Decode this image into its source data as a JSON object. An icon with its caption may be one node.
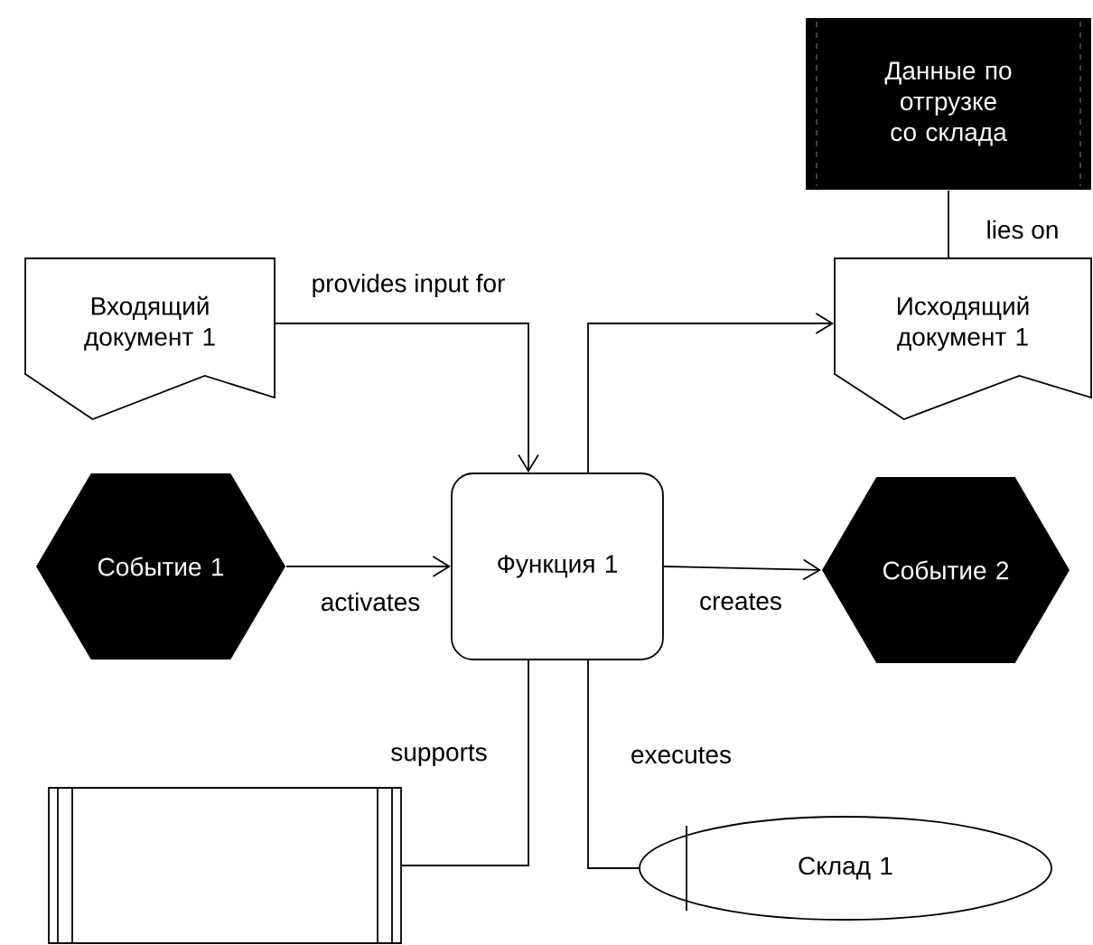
{
  "diagram": {
    "nodes": [
      {
        "text": [
          "Данные по отгрузке со склада"
        ]
      },
      {
        "text": [
          "Входящий документ 1"
        ]
      },
      {
        "text": [
          "Исходящий документ 1"
        ]
      },
      {
        "text": [
          "Событие 1"
        ]
      },
      {
        "text": [
          "Функция 1"
        ]
      },
      {
        "text": [
          "Событие 2"
        ]
      },
      {
        "text": [],
        "shape": "box"
      },
      {
        "text": [
          "Склад 1"
        ]
      }
    ],
    "edges": [
      {
        "from": 0,
        "to": 2,
        "arrow": "none",
        "label": "lies on"
      },
      {
        "from": 1,
        "to": 4,
        "arrow": "to",
        "label": "provides input for"
      },
      {
        "from": 4,
        "to": 2,
        "arrow": "to"
      },
      {
        "from": 3,
        "to": 4,
        "arrow": "to",
        "label": "activates"
      },
      {
        "from": 4,
        "to": 5,
        "arrow": "to",
        "label": "creates"
      },
      {
        "from": 4,
        "to": 6,
        "arrow": "none",
        "label": "supports"
      },
      {
        "from": 4,
        "to": 7,
        "arrow": "none",
        "label": "executes"
      }
    ]
  }
}
